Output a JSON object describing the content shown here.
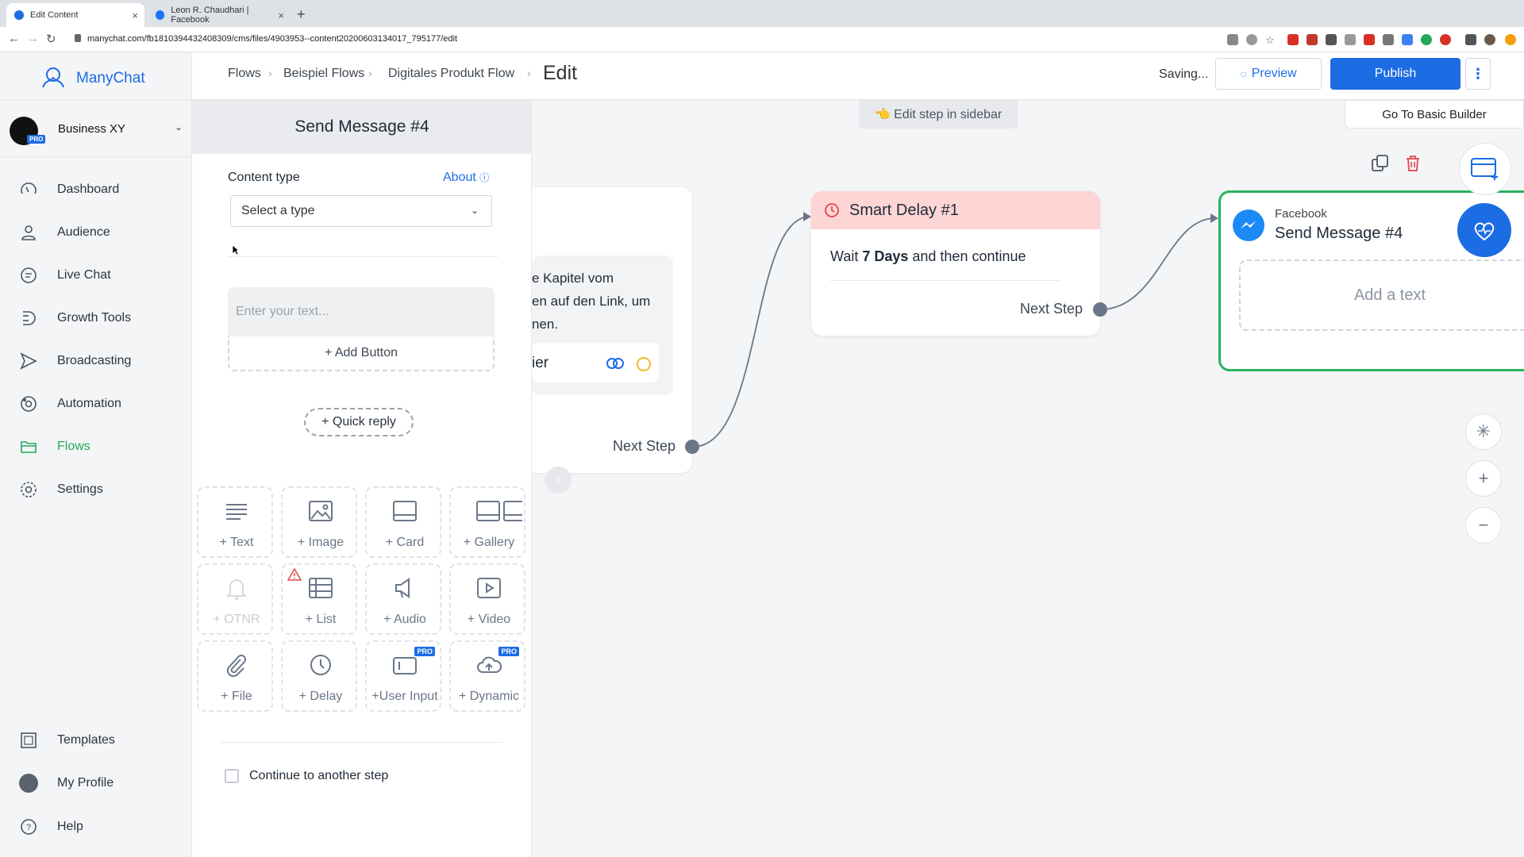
{
  "browser": {
    "tabs": [
      {
        "title": "Edit Content",
        "active": true
      },
      {
        "title": "Leon R. Chaudhari | Facebook",
        "active": false
      }
    ],
    "url": "manychat.com/fb181039443240830​9/cms/files/4903953--content20200603134017_795177/edit"
  },
  "brand": {
    "name": "ManyChat",
    "accent": "#1c6ce4",
    "success": "#22a95b"
  },
  "account": {
    "name": "Business XY",
    "badge": "PRO"
  },
  "sidebar": {
    "items": [
      {
        "label": "Dashboard",
        "icon": "speedometer-icon"
      },
      {
        "label": "Audience",
        "icon": "user-icon"
      },
      {
        "label": "Live Chat",
        "icon": "chat-bubble-icon"
      },
      {
        "label": "Growth Tools",
        "icon": "magnet-icon"
      },
      {
        "label": "Broadcasting",
        "icon": "send-icon"
      },
      {
        "label": "Automation",
        "icon": "automation-icon"
      },
      {
        "label": "Flows",
        "icon": "folder-icon",
        "active": true
      },
      {
        "label": "Settings",
        "icon": "gear-icon"
      }
    ],
    "bottom": [
      {
        "label": "Templates",
        "icon": "templates-icon"
      },
      {
        "label": "My Profile",
        "icon": "avatar-icon"
      },
      {
        "label": "Help",
        "icon": "help-icon"
      }
    ]
  },
  "header": {
    "breadcrumbs": [
      "Flows",
      "Beispiel Flows",
      "Digitales Produkt Flow"
    ],
    "current": "Edit",
    "status": "Saving...",
    "preview_label": "Preview",
    "publish_label": "Publish",
    "more_label": "⋮"
  },
  "canvas": {
    "hint": "👈 Edit step in sidebar",
    "basic_builder": "Go To Basic Builder",
    "message_node": {
      "text": "e Kapitel vom\nen auf den Link, um\nnen.",
      "button_label": "ier",
      "next_step": "Next Step"
    },
    "delay_node": {
      "title": "Smart Delay #1",
      "body_prefix": "Wait ",
      "body_bold": "7 Days",
      "body_suffix": " and then continue",
      "next_step": "Next Step"
    },
    "send_node": {
      "platform": "Facebook",
      "title": "Send Message #4",
      "add_text": "Add a text"
    }
  },
  "panel": {
    "title": "Send Message #4",
    "content_type_label": "Content type",
    "about_label": "About",
    "select_value": "Select a type",
    "text_placeholder": "Enter your text...",
    "add_button": "+ Add Button",
    "quick_reply": "+ Quick reply",
    "tiles": [
      {
        "label": "+ Text",
        "icon": "text-icon"
      },
      {
        "label": "+ Image",
        "icon": "image-icon"
      },
      {
        "label": "+ Card",
        "icon": "card-icon"
      },
      {
        "label": "+ Gallery",
        "icon": "gallery-icon"
      },
      {
        "label": "+ OTNR",
        "icon": "bell-icon",
        "disabled": true
      },
      {
        "label": "+ List",
        "icon": "list-icon",
        "warning": true
      },
      {
        "label": "+ Audio",
        "icon": "speaker-icon"
      },
      {
        "label": "+ Video",
        "icon": "video-icon"
      },
      {
        "label": "+ File",
        "icon": "paperclip-icon"
      },
      {
        "label": "+ Delay",
        "icon": "clock-icon"
      },
      {
        "label": "+User Input",
        "icon": "user-input-icon",
        "pro": true
      },
      {
        "label": "+ Dynamic",
        "icon": "cloud-icon",
        "pro": true
      }
    ],
    "pro_badge": "PRO",
    "continue_label": "Continue to another step"
  }
}
